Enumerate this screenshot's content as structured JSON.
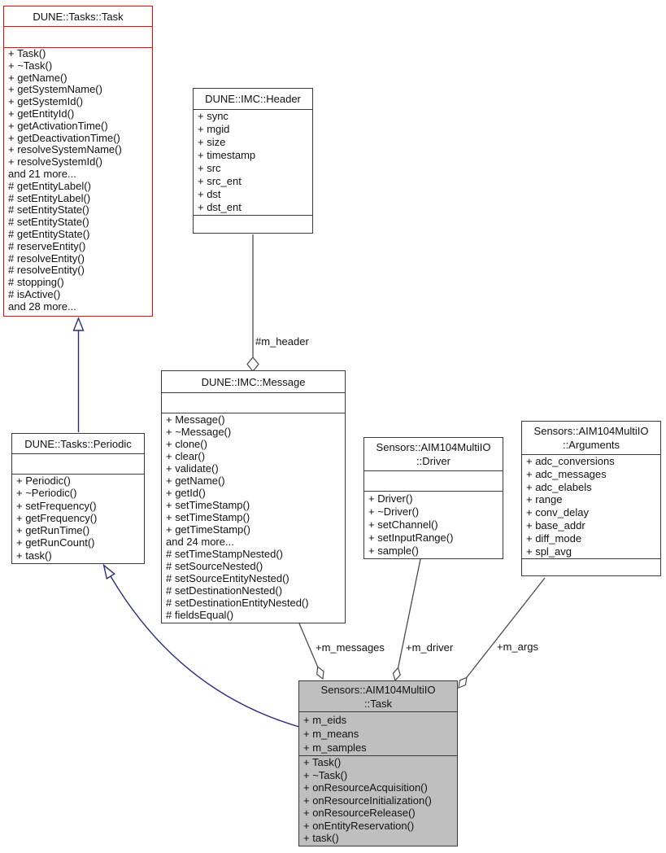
{
  "diagram": {
    "colors": {
      "red_border": "#ff0000",
      "inheritance": "#2b2b85",
      "edge": "#4a4a4a",
      "box_border": "#3a3a3a",
      "current_fill": "#bfbfbf"
    },
    "classes": [
      {
        "title": "DUNE::Tasks::Task",
        "attributes": [],
        "methods": [
          "+ Task()",
          "+ ~Task()",
          "+ getName()",
          "+ getSystemName()",
          "+ getSystemId()",
          "+ getEntityId()",
          "+ getActivationTime()",
          "+ getDeactivationTime()",
          "+ resolveSystemName()",
          "+ resolveSystemId()",
          "and 21 more...",
          "# getEntityLabel()",
          "# setEntityLabel()",
          "# setEntityState()",
          "# setEntityState()",
          "# getEntityState()",
          "# reserveEntity()",
          "# resolveEntity()",
          "# resolveEntity()",
          "# stopping()",
          "# isActive()",
          "and 28 more..."
        ]
      },
      {
        "title": "DUNE::IMC::Header",
        "attributes": [
          "+ sync",
          "+ mgid",
          "+ size",
          "+ timestamp",
          "+ src",
          "+ src_ent",
          "+ dst",
          "+ dst_ent"
        ],
        "methods": []
      },
      {
        "title": "DUNE::IMC::Message",
        "attributes": [],
        "methods": [
          "+ Message()",
          "+ ~Message()",
          "+ clone()",
          "+ clear()",
          "+ validate()",
          "+ getName()",
          "+ getId()",
          "+ setTimeStamp()",
          "+ setTimeStamp()",
          "+ getTimeStamp()",
          "and 24 more...",
          "# setTimeStampNested()",
          "# setSourceNested()",
          "# setSourceEntityNested()",
          "# setDestinationNested()",
          "# setDestinationEntityNested()",
          "# fieldsEqual()"
        ]
      },
      {
        "title": "DUNE::Tasks::Periodic",
        "attributes": [],
        "methods": [
          "+ Periodic()",
          "+ ~Periodic()",
          "+ setFrequency()",
          "+ getFrequency()",
          "+ getRunTime()",
          "+ getRunCount()",
          "+ task()"
        ]
      },
      {
        "title_line1": "Sensors::AIM104MultiIO",
        "title_line2": "::Driver",
        "attributes": [],
        "methods": [
          "+ Driver()",
          "+ ~Driver()",
          "+ setChannel()",
          "+ setInputRange()",
          "+ sample()"
        ]
      },
      {
        "title_line1": "Sensors::AIM104MultiIO",
        "title_line2": "::Arguments",
        "attributes": [
          "+ adc_conversions",
          "+ adc_messages",
          "+ adc_elabels",
          "+ range",
          "+ conv_delay",
          "+ base_addr",
          "+ diff_mode",
          "+ spl_avg"
        ],
        "methods": []
      },
      {
        "title_line1": "Sensors::AIM104MultiIO",
        "title_line2": "::Task",
        "attributes": [
          "+ m_eids",
          "+ m_means",
          "+ m_samples"
        ],
        "methods": [
          "+ Task()",
          "+ ~Task()",
          "+ onResourceAcquisition()",
          "+ onResourceInitialization()",
          "+ onResourceRelease()",
          "+ onEntityReservation()",
          "+ task()"
        ]
      }
    ],
    "edge_labels": {
      "m_header": "#m_header",
      "m_messages": "+m_messages",
      "m_driver": "+m_driver",
      "m_args": "+m_args"
    }
  }
}
